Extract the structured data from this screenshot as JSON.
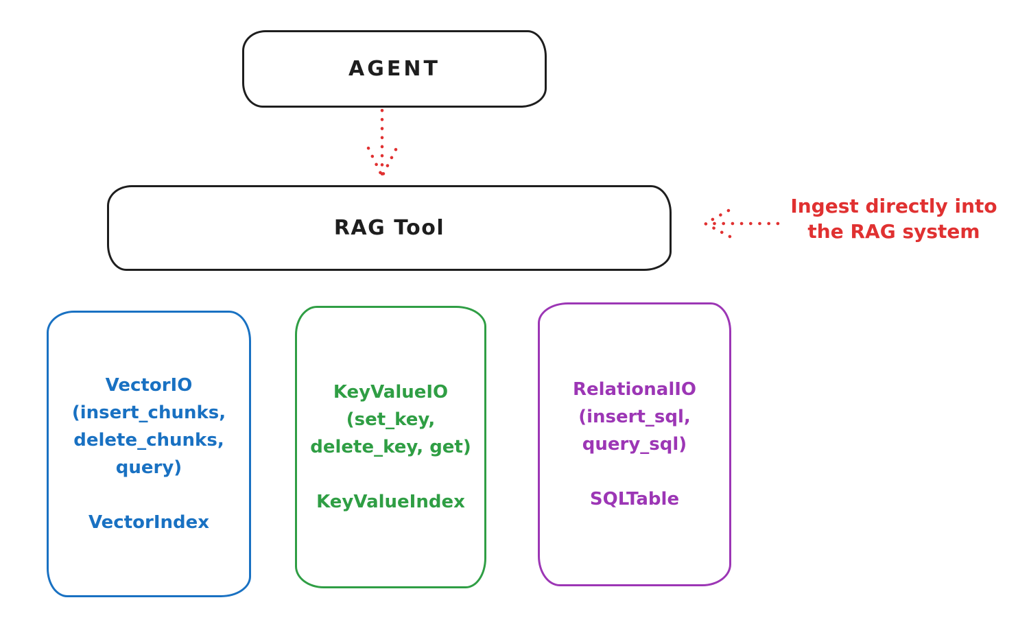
{
  "colors": {
    "outline": "#1e1e1e",
    "red": "#e03131",
    "blue": "#1971c2",
    "green": "#2f9e44",
    "purple": "#9c36b5",
    "background": "#ffffff"
  },
  "agent_box": {
    "label": "AGENT"
  },
  "rag_tool_box": {
    "label": "RAG Tool"
  },
  "annotation": {
    "text": "Ingest directly into\nthe RAG system"
  },
  "io_boxes": [
    {
      "id": "vector-io",
      "title": "VectorIO",
      "methods": "(insert_chunks,\ndelete_chunks,\nquery)",
      "index_label": "VectorIndex",
      "color": "#1971c2"
    },
    {
      "id": "keyvalue-io",
      "title": "KeyValueIO",
      "methods": "(set_key,\ndelete_key, get)",
      "index_label": "KeyValueIndex",
      "color": "#2f9e44"
    },
    {
      "id": "relational-io",
      "title": "RelationalIO",
      "methods": "(insert_sql,\nquery_sql)",
      "index_label": "SQLTable",
      "color": "#9c36b5"
    }
  ]
}
